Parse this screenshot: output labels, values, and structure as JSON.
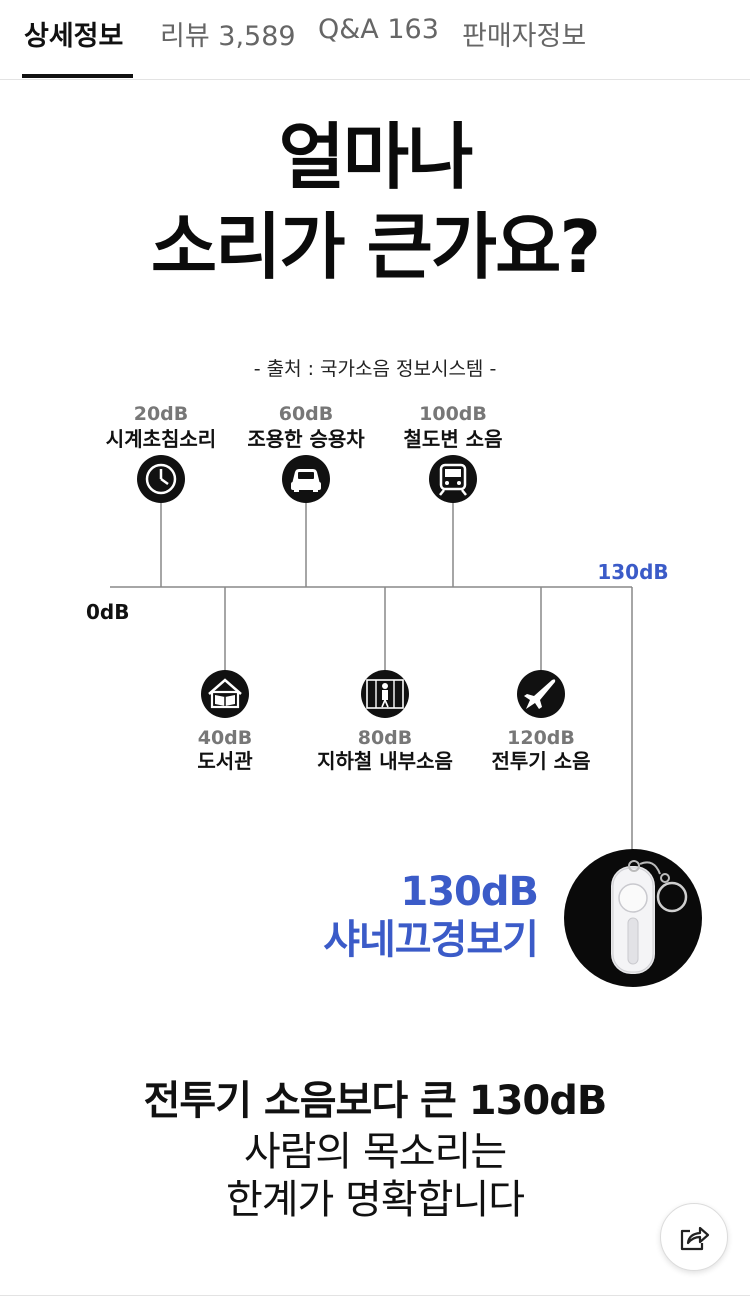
{
  "tabs": [
    {
      "label": "상세정보"
    },
    {
      "label": "리뷰 3,589"
    },
    {
      "label": "Q&A 163"
    },
    {
      "label": "판매자정보"
    }
  ],
  "headline": {
    "line1": "얼마나",
    "line2": "소리가 큰가요?"
  },
  "source": "- 출처 : 국가소음 정보시스템 -",
  "scale": {
    "start_label": "0dB",
    "end_label": "130dB"
  },
  "items_top": [
    {
      "db": "20dB",
      "name": "시계초침소리",
      "icon": "clock-icon"
    },
    {
      "db": "60dB",
      "name": "조용한 승용차",
      "icon": "car-icon"
    },
    {
      "db": "100dB",
      "name": "철도변 소음",
      "icon": "train-icon"
    }
  ],
  "items_bottom": [
    {
      "db": "40dB",
      "name": "도서관",
      "icon": "library-icon"
    },
    {
      "db": "80dB",
      "name": "지하철 내부소음",
      "icon": "subway-icon"
    },
    {
      "db": "120dB",
      "name": "전투기 소음",
      "icon": "jet-icon"
    }
  ],
  "product": {
    "db": "130dB",
    "name": "샤네끄경보기",
    "image": "alarm-keychain-image"
  },
  "bottom": {
    "title": "전투기 소음보다 큰 130dB",
    "line1": "사람의 목소리는",
    "line2": "한계가 명확합니다"
  },
  "colors": {
    "accent": "#3b5bc8",
    "text": "#111111",
    "muted": "#666666"
  }
}
